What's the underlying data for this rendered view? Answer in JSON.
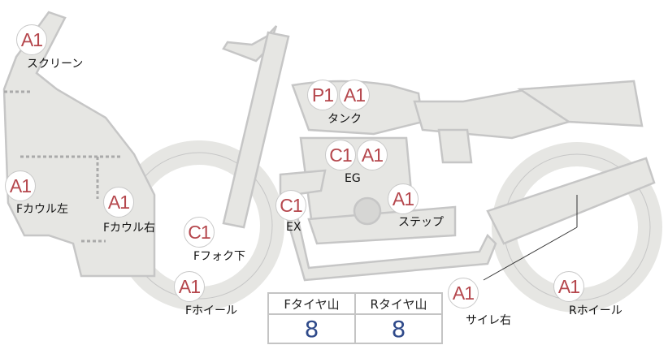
{
  "parts": [
    {
      "code": "A1",
      "label": "スクリーン"
    },
    {
      "code": "P1",
      "code2": "A1",
      "label": "タンク"
    },
    {
      "code": "C1",
      "code2": "A1",
      "label": "EG"
    },
    {
      "code": "A1",
      "label": "Fカウル左"
    },
    {
      "code": "A1",
      "label": "Fカウル右"
    },
    {
      "code": "C1",
      "label": "Fフォク下"
    },
    {
      "code": "C1",
      "label": "EX"
    },
    {
      "code": "A1",
      "label": "ステップ"
    },
    {
      "code": "A1",
      "label": "Fホイール"
    },
    {
      "code": "A1",
      "label": "サイレ右"
    },
    {
      "code": "A1",
      "label": "Rホイール"
    }
  ],
  "tire_table": {
    "headers": [
      "Fタイヤ山",
      "Rタイヤ山"
    ],
    "values": [
      "8",
      "8"
    ]
  },
  "colors": {
    "body": "#e6e6e3",
    "stroke": "#c6c6c6",
    "code": "#b5474d",
    "value": "#2f4a8a"
  }
}
